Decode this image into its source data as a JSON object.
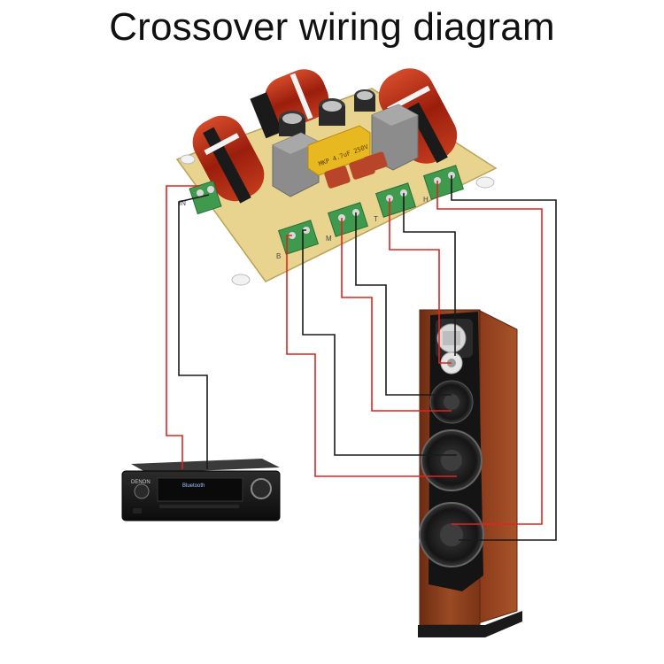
{
  "title": "Crossover wiring diagram",
  "board": {
    "terminal_labels": [
      "IN",
      "B",
      "M",
      "T",
      "H"
    ],
    "capacitor_label": "MKP 4.7uF 250V"
  },
  "amplifier": {
    "brand": "DENON",
    "display_text": "Bluetooth"
  },
  "colors": {
    "wire_red": "#e2221f",
    "wire_black": "#1a1a1a",
    "pcb": "#e8d48e",
    "coil": "#b02a12",
    "terminal": "#3f9a4e",
    "speaker_wood": "#8b3d1f"
  },
  "icons": [
    "crossover-board",
    "amplifier",
    "floor-speaker"
  ]
}
